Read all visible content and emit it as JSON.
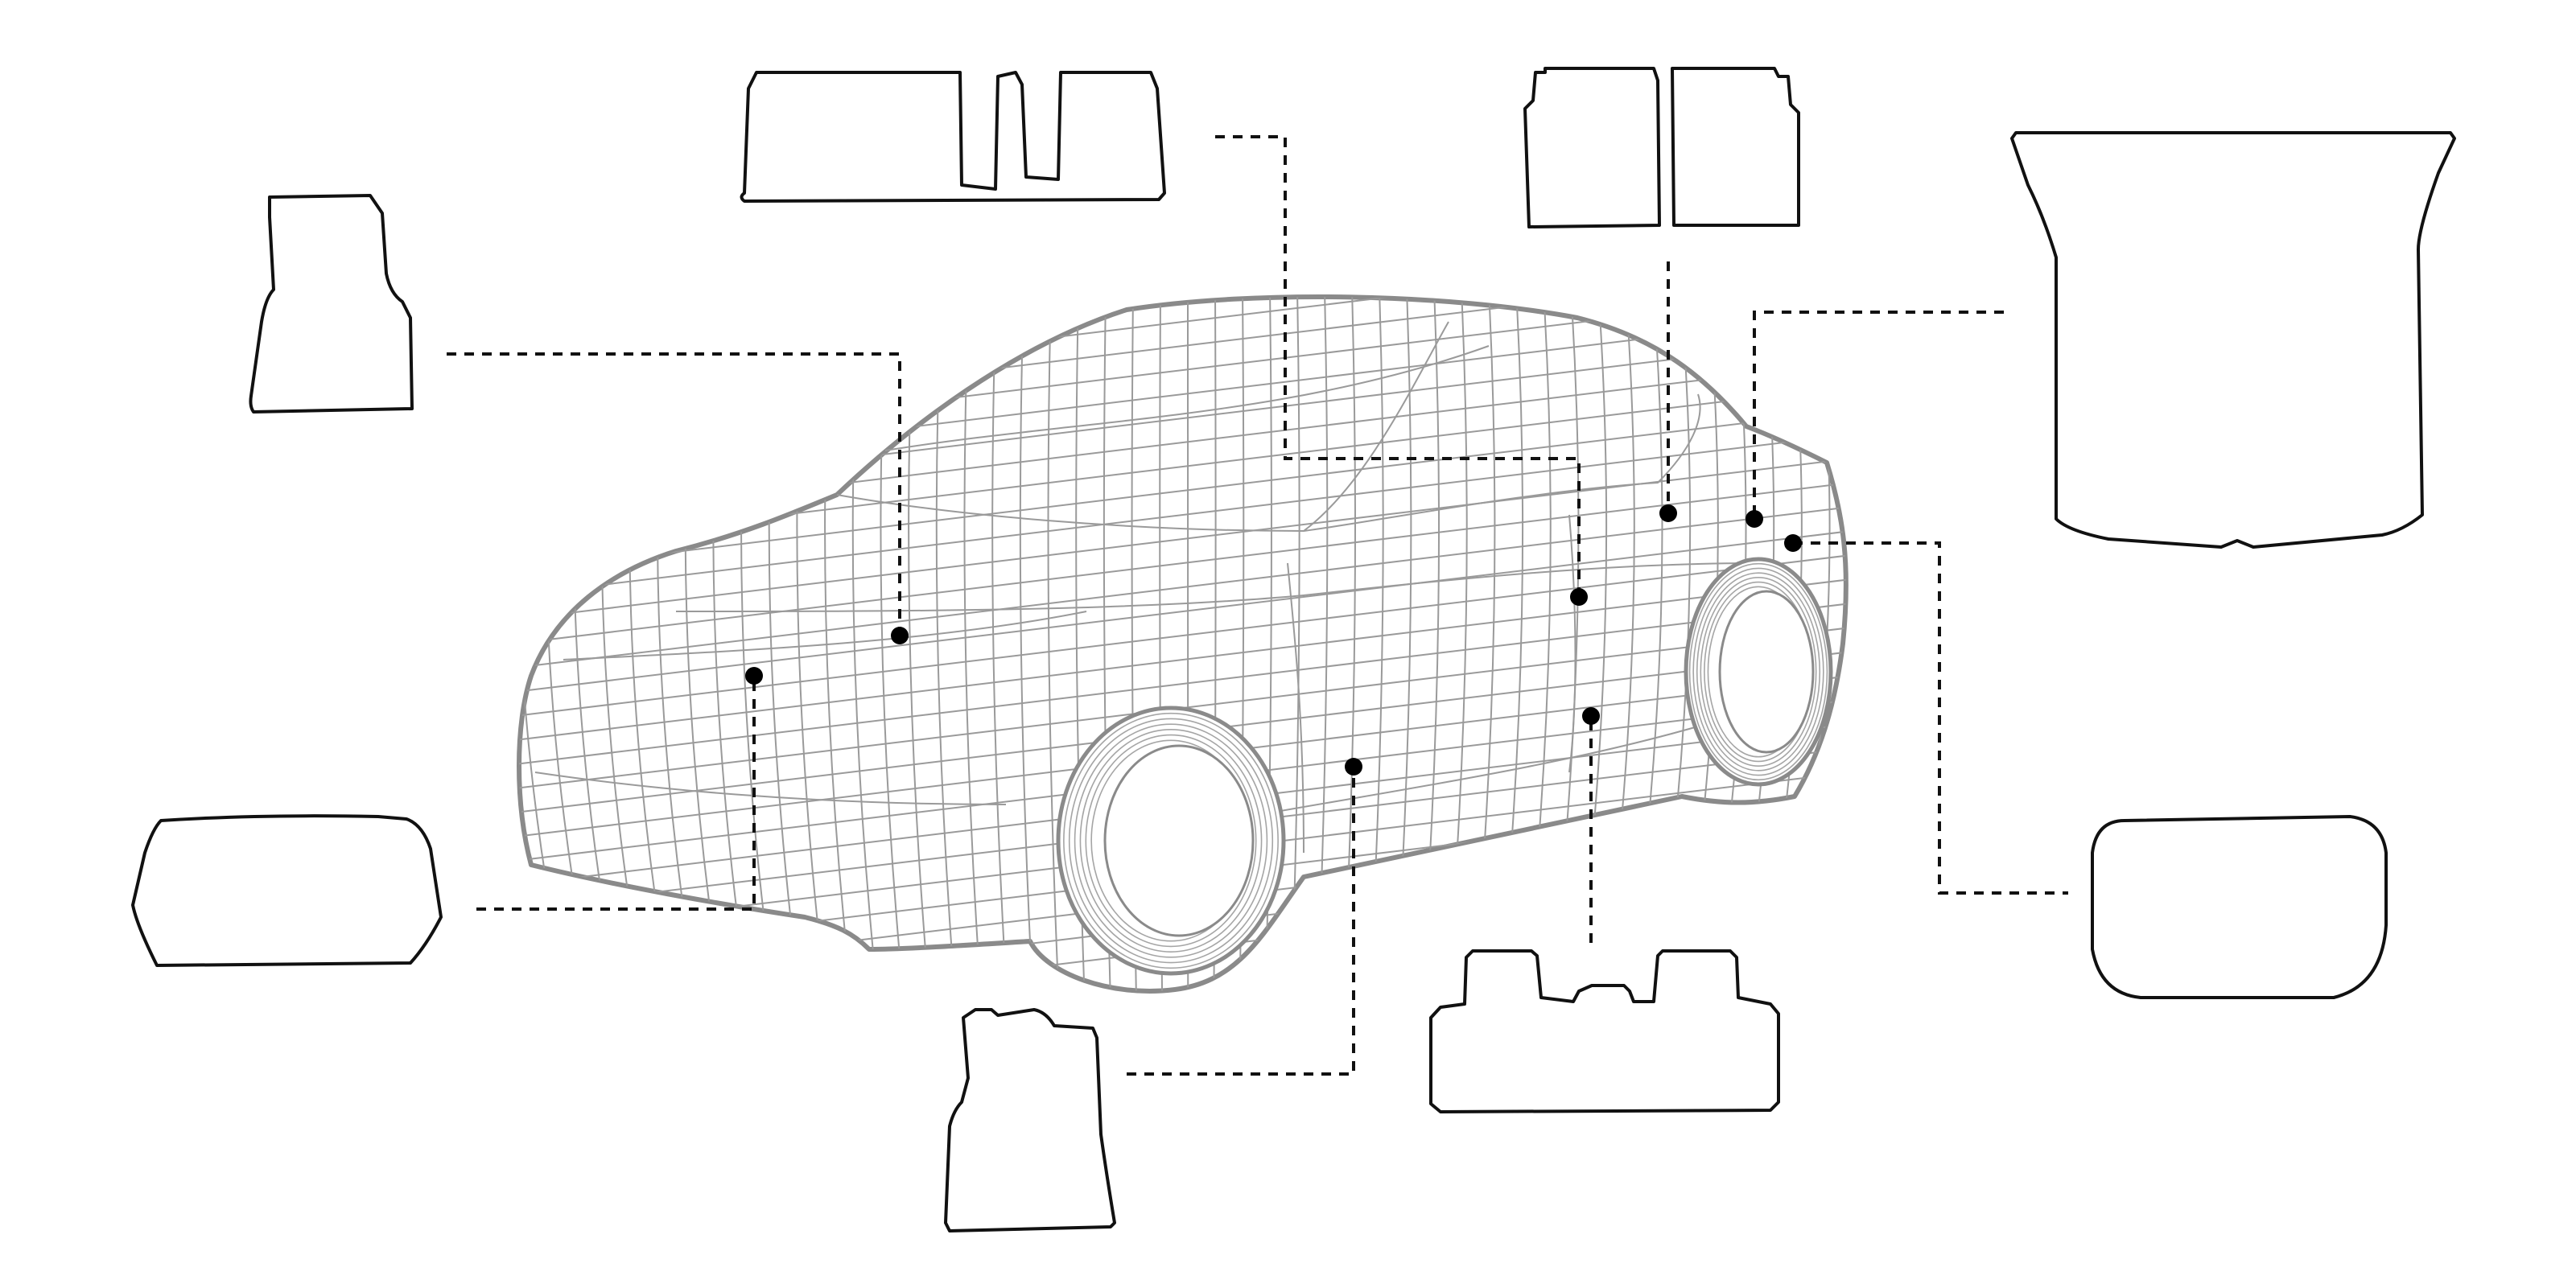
{
  "diagram": {
    "background": "#ffffff",
    "line_color": "#111111",
    "car_color": "#8a8a8a",
    "items": [
      {
        "id": "driver-floor-mat",
        "icon": "floor-mat-shape"
      },
      {
        "id": "frunk-mat",
        "icon": "frunk-mat-shape"
      },
      {
        "id": "rear-floor-mat",
        "icon": "rear-floor-mat-shape"
      },
      {
        "id": "rear-seat-back-mats",
        "icon": "seat-back-mat-shape"
      },
      {
        "id": "trunk-mat",
        "icon": "trunk-mat-shape"
      },
      {
        "id": "front-passenger-floor-mat",
        "icon": "floor-mat-shape"
      },
      {
        "id": "rear-row-floor-mat",
        "icon": "rear-row-mat-shape"
      },
      {
        "id": "sub-trunk-mat",
        "icon": "sub-trunk-mat-shape"
      }
    ]
  }
}
